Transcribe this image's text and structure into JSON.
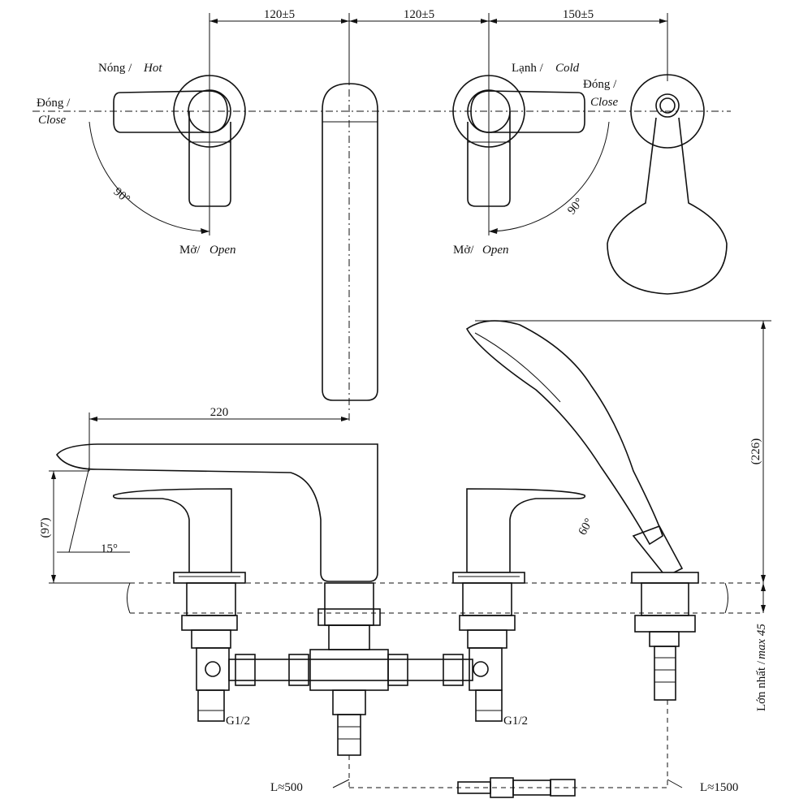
{
  "dimensions": {
    "top_1": "120±5",
    "top_2": "120±5",
    "top_3": "150±5",
    "spout_length": "220",
    "spout_height": "(97)",
    "spout_angle": "15°",
    "shower_height": "(226)",
    "shower_angle": "60°",
    "hot_rotation": "90°",
    "cold_rotation": "90°"
  },
  "labels": {
    "hot_vi": "Nóng /",
    "hot_en": "Hot",
    "cold_vi": "Lạnh /",
    "cold_en": "Cold",
    "close_vi_left": "Đóng /",
    "close_en_left": "Close",
    "close_vi_right": "Đóng /",
    "close_en_right": "Close",
    "open_vi_left": "Mở/",
    "open_en_left": "Open",
    "open_vi_right": "Mở/",
    "open_en_right": "Open",
    "thread_left": "G1/2",
    "thread_right": "G1/2",
    "hose_inlet": "L≈500",
    "hose_shower": "L≈1500",
    "max_thickness_vi": "Lớn nhất /",
    "max_thickness_en": "max 45"
  }
}
